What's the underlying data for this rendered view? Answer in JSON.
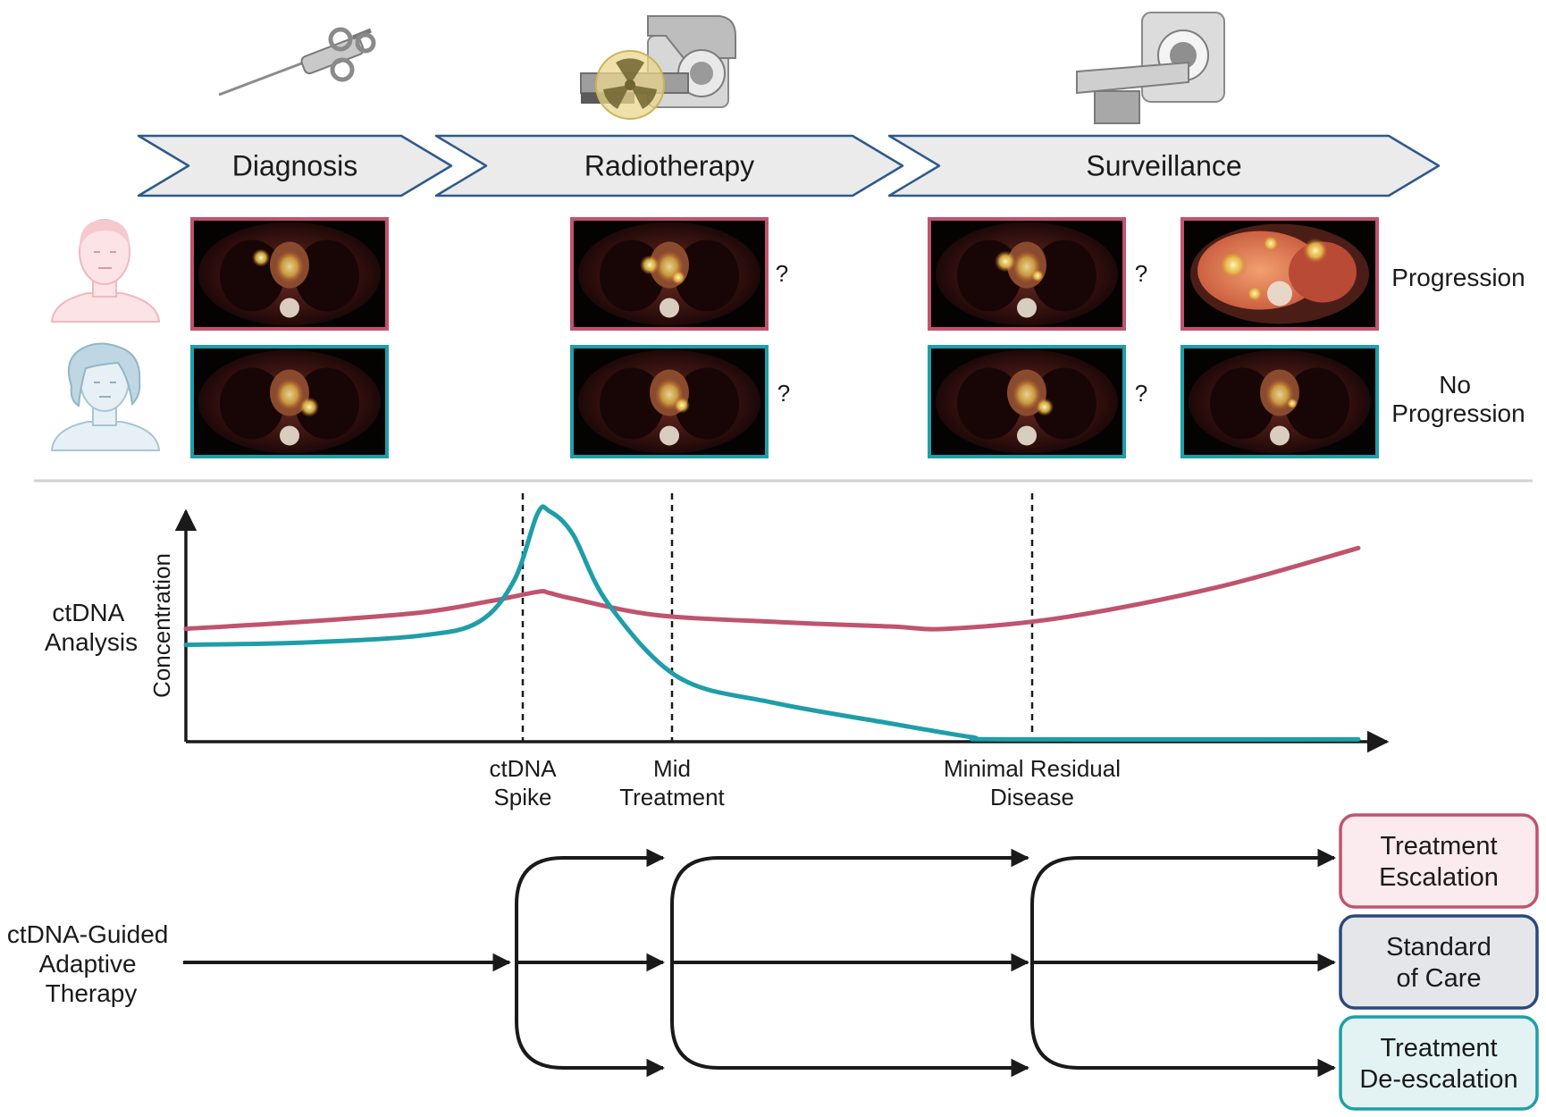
{
  "phases": [
    {
      "label": "Diagnosis",
      "icon": "syringe-icon"
    },
    {
      "label": "Radiotherapy",
      "icon": "radiotherapy-machine-icon"
    },
    {
      "label": "Surveillance",
      "icon": "ct-scanner-icon"
    }
  ],
  "patients": [
    {
      "name": "progressor",
      "icon": "male-patient-icon",
      "color": "#c0536e",
      "outcome": [
        "Progression"
      ]
    },
    {
      "name": "non-progressor",
      "icon": "female-patient-icon",
      "color": "#1e9ea8",
      "outcome": [
        "No",
        "Progression"
      ]
    }
  ],
  "question_mark": "?",
  "ctdna": {
    "row_label": [
      "ctDNA",
      "Analysis"
    ],
    "y_axis_label": "Concentration",
    "events": [
      {
        "lines": [
          "ctDNA",
          "Spike"
        ]
      },
      {
        "lines": [
          "Mid",
          "Treatment"
        ]
      },
      {
        "lines": [
          "Minimal Residual",
          "Disease"
        ]
      }
    ],
    "series": [
      {
        "name": "",
        "color": "#c0536e",
        "points": [
          [
            0,
            0.49
          ],
          [
            0.1,
            0.52
          ],
          [
            0.2,
            0.56
          ],
          [
            0.26,
            0.61
          ],
          [
            0.3,
            0.65
          ],
          [
            0.31,
            0.645
          ],
          [
            0.33,
            0.62
          ],
          [
            0.4,
            0.55
          ],
          [
            0.5,
            0.52
          ],
          [
            0.6,
            0.5
          ],
          [
            0.65,
            0.49
          ],
          [
            0.75,
            0.54
          ],
          [
            0.88,
            0.67
          ],
          [
            1,
            0.84
          ]
        ]
      },
      {
        "name": "",
        "color": "#1e9ea8",
        "points": [
          [
            0,
            0.42
          ],
          [
            0.1,
            0.43
          ],
          [
            0.2,
            0.46
          ],
          [
            0.25,
            0.52
          ],
          [
            0.28,
            0.7
          ],
          [
            0.3,
            0.99
          ],
          [
            0.31,
            1.0
          ],
          [
            0.33,
            0.9
          ],
          [
            0.36,
            0.6
          ],
          [
            0.42,
            0.28
          ],
          [
            0.5,
            0.17
          ],
          [
            0.6,
            0.08
          ],
          [
            0.67,
            0.02
          ],
          [
            0.7,
            0.01
          ],
          [
            1,
            0.01
          ]
        ]
      }
    ]
  },
  "adaptive": {
    "row_label": [
      "ctDNA-Guided",
      "Adaptive",
      "Therapy"
    ],
    "outcomes": [
      {
        "lines": [
          "Treatment",
          "Escalation"
        ],
        "border": "#c0536e",
        "fill": "#fbeaee"
      },
      {
        "lines": [
          "Standard",
          "of Care"
        ],
        "border": "#2b4a7a",
        "fill": "#e4e6ea"
      },
      {
        "lines": [
          "Treatment",
          "De-escalation"
        ],
        "border": "#1e9ea8",
        "fill": "#e3f3f3"
      }
    ]
  }
}
